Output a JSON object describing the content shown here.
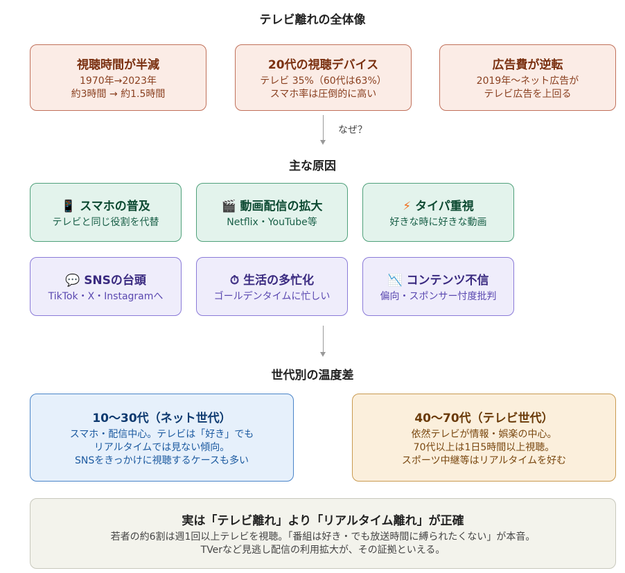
{
  "title": "テレビ離れの全体像",
  "facts": [
    {
      "title": "視聴時間が半減",
      "lines": [
        "1970年→2023年",
        "約3時間 → 約1.5時間"
      ]
    },
    {
      "title": "20代の視聴デバイス",
      "lines": [
        "テレビ 35%（60代は63%）",
        "スマホ率は圧倒的に高い"
      ]
    },
    {
      "title": "広告費が逆転",
      "lines": [
        "2019年〜ネット広告が",
        "テレビ広告を上回る"
      ]
    }
  ],
  "why_label": "なぜ？",
  "causes_heading": "主な原因",
  "causes": [
    {
      "icon": "📱",
      "title": "スマホの普及",
      "sub": "テレビと同じ役割を代替"
    },
    {
      "icon": "🎬",
      "title": "動画配信の拡大",
      "sub": "Netflix・YouTube等"
    },
    {
      "icon": "⚡",
      "title": "タイパ重視",
      "sub": "好きな時に好きな動画"
    },
    {
      "icon": "💬",
      "title": "SNSの台頭",
      "sub": "TikTok・X・Instagramへ"
    },
    {
      "icon": "⏱",
      "title": "生活の多忙化",
      "sub": "ゴールデンタイムに忙しい"
    },
    {
      "icon": "📉",
      "title": "コンテンツ不信",
      "sub": "偏向・スポンサー忖度批判"
    }
  ],
  "gen_heading": "世代別の温度差",
  "generations": [
    {
      "title": "10〜30代（ネット世代）",
      "lines": [
        "スマホ・配信中心。テレビは「好き」でも",
        "リアルタイムでは見ない傾向。",
        "SNSをきっかけに視聴するケースも多い"
      ]
    },
    {
      "title": "40〜70代（テレビ世代）",
      "lines": [
        "依然テレビが情報・娯楽の中心。",
        "70代以上は1日5時間以上視聴。",
        "スポーツ中継等はリアルタイムを好む"
      ]
    }
  ],
  "conclusion": {
    "title": "実は「テレビ離れ」より「リアルタイム離れ」が正確",
    "lines": [
      "若者の約6割は週1回以上テレビを視聴。「番組は好き・でも放送時間に縛られたくない」が本音。",
      "TVerなど見逃し配信の利用拡大が、その証拠といえる。"
    ]
  }
}
